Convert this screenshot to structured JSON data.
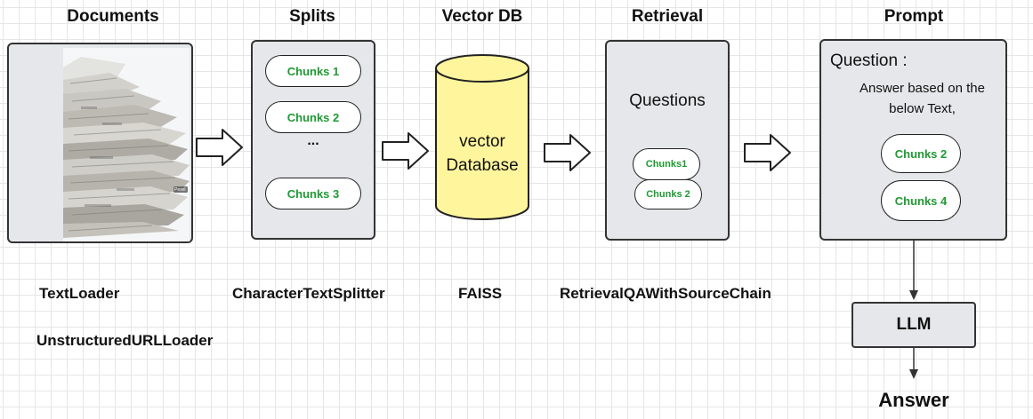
{
  "columns": {
    "documents": "Documents",
    "splits": "Splits",
    "vector_db": "Vector DB",
    "retrieval": "Retrieval",
    "prompt": "Prompt"
  },
  "documents": {
    "image": "newspaper-stack-image",
    "watermark": "Pexel"
  },
  "splits": {
    "chunk_1": "Chunks 1",
    "chunk_2": "Chunks 2",
    "ellipsis": "...",
    "chunk_3": "Chunks 3"
  },
  "vector_db": {
    "line_1": "vector",
    "line_2": "Database"
  },
  "retrieval": {
    "questions": "Questions",
    "chunk_a": "Chunks1",
    "chunk_b": "Chunks 2"
  },
  "prompt": {
    "question_label": "Question :",
    "instruction_line_1": "Answer based on the",
    "instruction_line_2": "below Text,",
    "chunk_a": "Chunks 2",
    "chunk_b": "Chunks 4"
  },
  "tools": {
    "loader_1": "TextLoader",
    "loader_2": "UnstructuredURLLoader",
    "splitter": "CharacterTextSplitter",
    "store": "FAISS",
    "chain": "RetrievalQAWithSourceChain"
  },
  "llm": {
    "label": "LLM"
  },
  "answer": {
    "label": "Answer"
  },
  "colors": {
    "chunk_text": "#1f9a33",
    "cylinder_fill": "#fff59d",
    "panel_fill": "#e6e7ea"
  }
}
